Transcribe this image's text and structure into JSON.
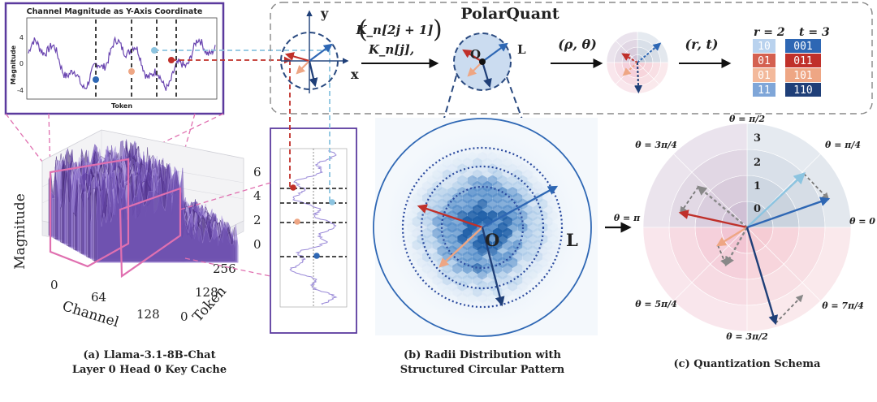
{
  "inset": {
    "title": "Channel Magnitude as Y-Axis Coordinate",
    "ylabel": "Magnitude",
    "xlabel": "Token",
    "yticks": [
      "4",
      "0",
      "-4"
    ]
  },
  "surface": {
    "zlabel": "Magnitude",
    "xlabel": "Channel",
    "ylabel": "Token",
    "zticks": [
      "6",
      "4",
      "2",
      "0"
    ],
    "xticks": [
      "0",
      "64",
      "128"
    ],
    "yticks": [
      "256",
      "128",
      "0"
    ]
  },
  "pipeline": {
    "title": "PolarQuant",
    "axis_y": "y",
    "axis_x": "x",
    "pair_top": "K_n[2j + 1]",
    "pair_bottom": "K_n[j],",
    "origin": "O",
    "length": "L",
    "polar": "(ρ, θ)",
    "quant": "(r, t)",
    "r_label": "r = 2",
    "t_label": "t = 3",
    "r_codes": [
      "10",
      "01",
      "01",
      "11"
    ],
    "t_codes": [
      "001",
      "011",
      "101",
      "110"
    ],
    "r_colors": [
      "#b9d2ee",
      "#d46050",
      "#f3b99b",
      "#7fa6d8"
    ],
    "t_colors": [
      "#2e67b4",
      "#c0302a",
      "#eea684",
      "#1f3f78"
    ]
  },
  "radii": {
    "origin": "O",
    "length": "L"
  },
  "schema": {
    "ring_labels": [
      "3",
      "2",
      "1",
      "0"
    ],
    "angles": [
      "θ = π/2",
      "θ = π/4",
      "θ = 3π/4",
      "θ = π",
      "θ = 0",
      "θ = 5π/4",
      "θ = 7π/4",
      "θ = 3π/2"
    ]
  },
  "captions": {
    "a1": "(a) Llama-3.1-8B-Chat",
    "a2": "Layer 0 Head 0 Key Cache",
    "b1": "(b) Radii Distribution with",
    "b2": "Structured Circular Pattern",
    "c": "(c) Quantization Schema"
  },
  "colors": {
    "purple": "#5b3a9e",
    "pink": "#e070b0",
    "red": "#c0302a",
    "blue": "#2e67b4",
    "light_blue": "#8cc4e0",
    "peach": "#eea684",
    "navy": "#1f3f78"
  }
}
